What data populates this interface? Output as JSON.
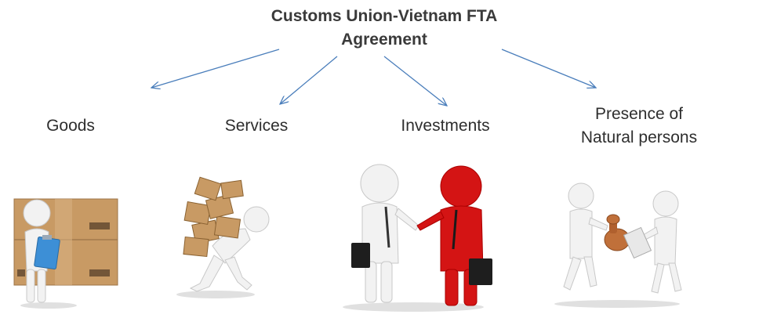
{
  "title": {
    "line1": "Customs Union-Vietnam FTA",
    "line2": "Agreement"
  },
  "categories": [
    {
      "label": "Goods"
    },
    {
      "label": "Services"
    },
    {
      "label": "Investments"
    },
    {
      "label_line1": "Presence of",
      "label_line2": "Natural persons"
    }
  ],
  "colors": {
    "arrow": "#4a7ebb",
    "title_text": "#3a3a3a",
    "label_text": "#2e2e2e",
    "box": "#c89a64",
    "clipboard": "#3d8fd6",
    "red_figure": "#d41414",
    "white_figure": "#f2f2f2"
  },
  "icons": [
    "man-with-clipboard-icon",
    "man-carrying-boxes-icon",
    "handshake-icon",
    "stamp-exchange-icon"
  ]
}
